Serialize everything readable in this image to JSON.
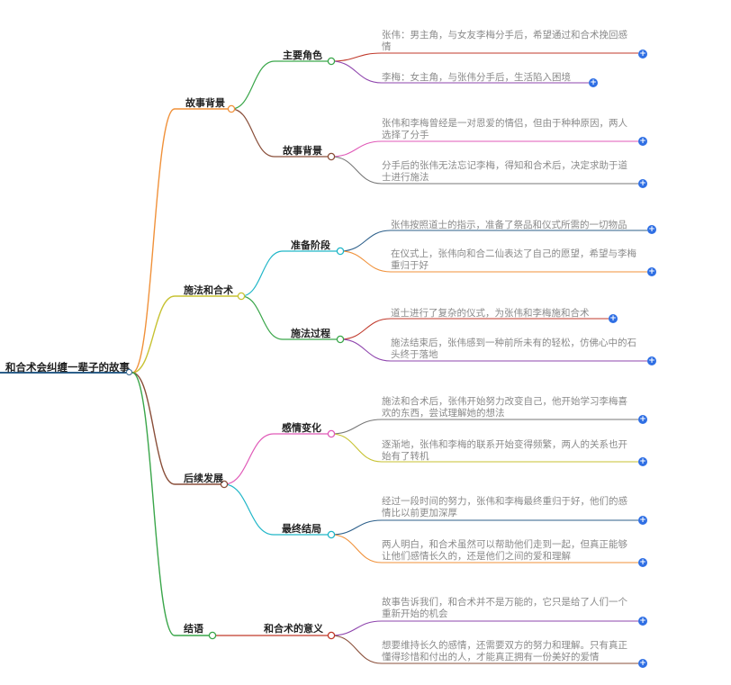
{
  "root": {
    "label": "和合术会纠缠一辈子的故事"
  },
  "colors": {
    "root": "#2c5f8a",
    "b1": "#f0913a",
    "b2": "#c7c232",
    "b3": "#8a4f3a",
    "b4": "#3aa64a",
    "plus": "#2f6fe4"
  },
  "branches": [
    {
      "label": "故事背景",
      "children": [
        {
          "label": "主要角色",
          "leaves": [
            "张伟：男主角，与女友李梅分手后，希望通过和合术挽回感情",
            "李梅：女主角，与张伟分手后，生活陷入困境"
          ]
        },
        {
          "label": "故事背景",
          "leaves": [
            "张伟和李梅曾经是一对恩爱的情侣，但由于种种原因，两人选择了分手",
            "分手后的张伟无法忘记李梅，得知和合术后，决定求助于道士进行施法"
          ]
        }
      ]
    },
    {
      "label": "施法和合术",
      "children": [
        {
          "label": "准备阶段",
          "leaves": [
            "张伟按照道士的指示，准备了祭品和仪式所需的一切物品",
            "在仪式上，张伟向和合二仙表达了自己的愿望，希望与李梅重归于好"
          ]
        },
        {
          "label": "施法过程",
          "leaves": [
            "道士进行了复杂的仪式，为张伟和李梅施和合术",
            "施法结束后，张伟感到一种前所未有的轻松，仿佛心中的石头终于落地"
          ]
        }
      ]
    },
    {
      "label": "后续发展",
      "children": [
        {
          "label": "感情变化",
          "leaves": [
            "施法和合术后，张伟开始努力改变自己，他开始学习李梅喜欢的东西，尝试理解她的想法",
            "逐渐地，张伟和李梅的联系开始变得频繁，两人的关系也开始有了转机"
          ]
        },
        {
          "label": "最终结局",
          "leaves": [
            "经过一段时间的努力，张伟和李梅最终重归于好，他们的感情比以前更加深厚",
            "两人明白，和合术虽然可以帮助他们走到一起，但真正能够让他们感情长久的，还是他们之间的爱和理解"
          ]
        }
      ]
    },
    {
      "label": "结语",
      "children": [
        {
          "label": "和合术的意义",
          "leaves": [
            "故事告诉我们，和合术并不是万能的，它只是给了人们一个重新开始的机会",
            "想要维持长久的感情，还需要双方的努力和理解。只有真正懂得珍惜和付出的人，才能真正拥有一份美好的爱情"
          ]
        }
      ]
    }
  ],
  "icons": {
    "expand": "plus-circle-icon",
    "plus_glyph": "+"
  }
}
